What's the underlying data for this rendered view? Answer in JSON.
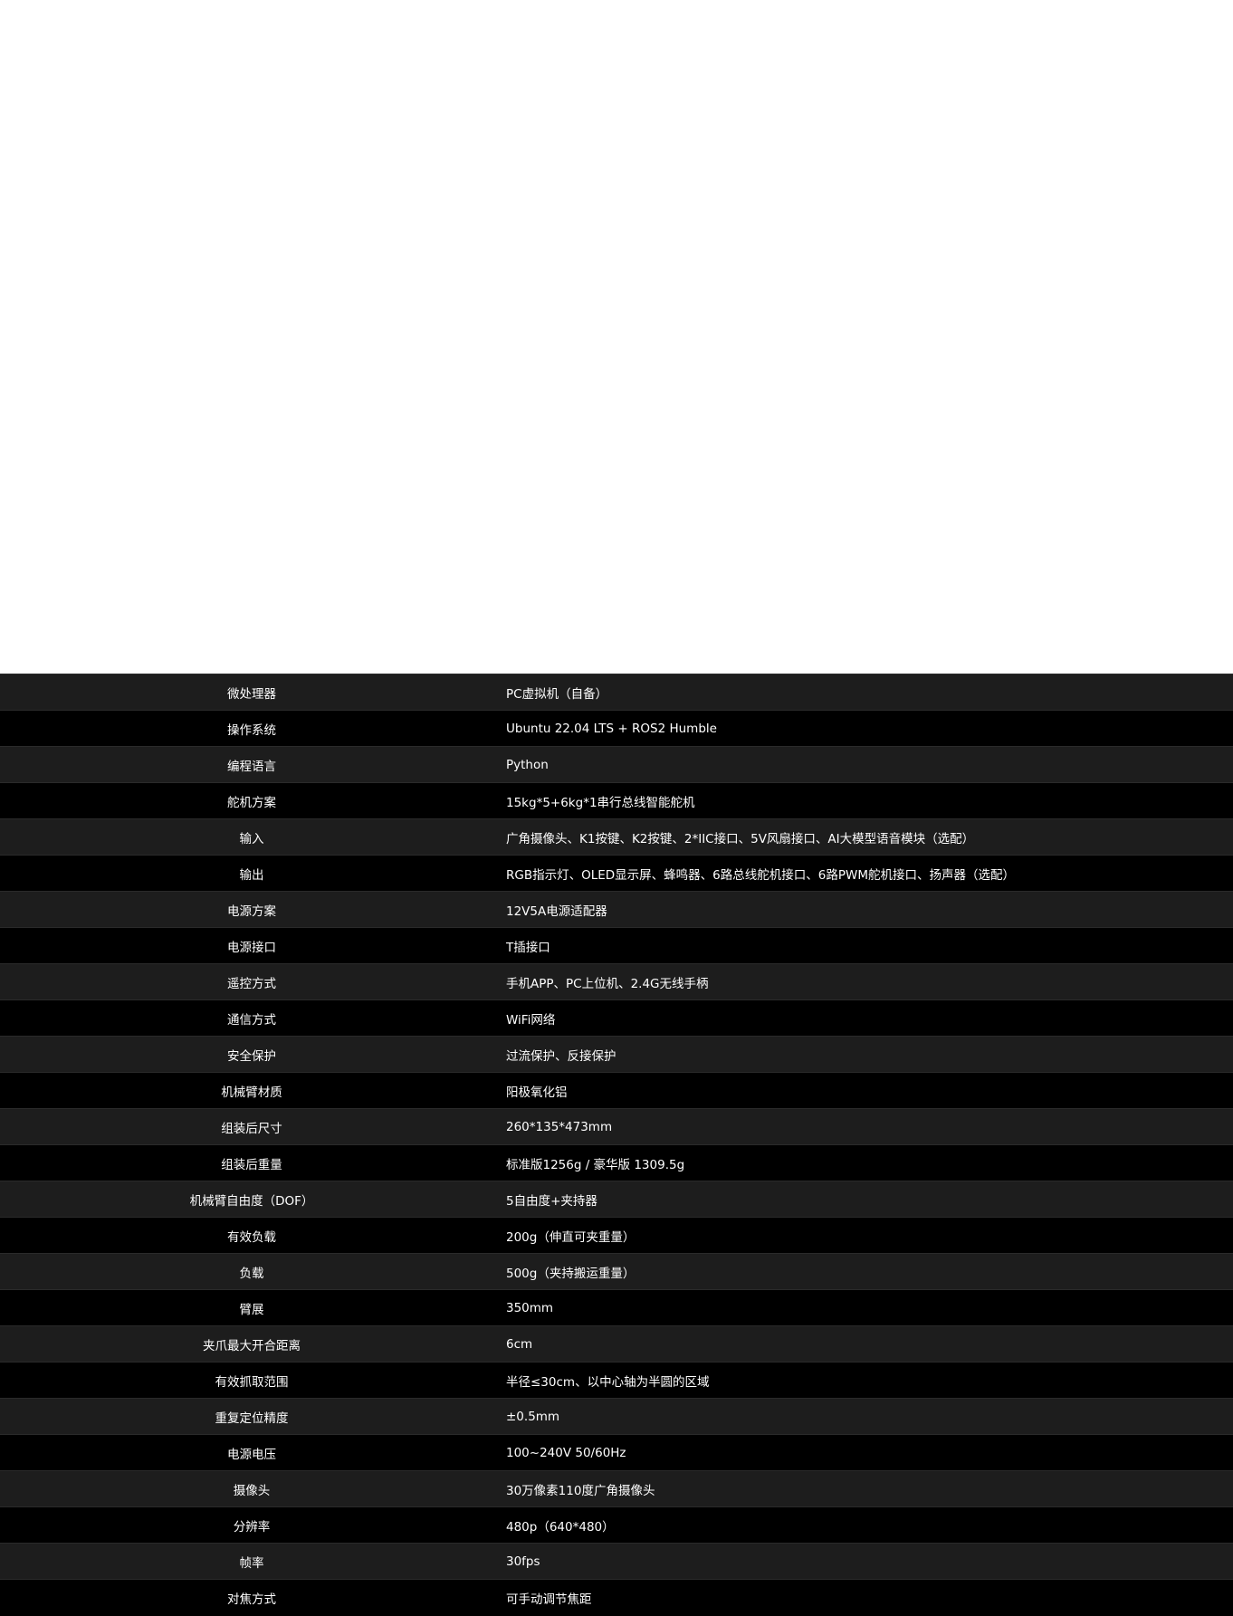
{
  "spec_table": {
    "rows": [
      {
        "label": "微处理器",
        "value": "PC虚拟机（自备）"
      },
      {
        "label": "操作系统",
        "value": "Ubuntu 22.04 LTS + ROS2 Humble"
      },
      {
        "label": "编程语言",
        "value": "Python"
      },
      {
        "label": "舵机方案",
        "value": "15kg*5+6kg*1串行总线智能舵机"
      },
      {
        "label": "输入",
        "value": "广角摄像头、K1按键、K2按键、2*IIC接口、5V风扇接口、AI大模型语音模块（选配）"
      },
      {
        "label": "输出",
        "value": "RGB指示灯、OLED显示屏、蜂鸣器、6路总线舵机接口、6路PWM舵机接口、扬声器（选配）"
      },
      {
        "label": "电源方案",
        "value": "12V5A电源适配器"
      },
      {
        "label": "电源接口",
        "value": "T插接口"
      },
      {
        "label": "遥控方式",
        "value": "手机APP、PC上位机、2.4G无线手柄"
      },
      {
        "label": "通信方式",
        "value": "WiFi网络"
      },
      {
        "label": "安全保护",
        "value": "过流保护、反接保护"
      },
      {
        "label": "机械臂材质",
        "value": "阳极氧化铝"
      },
      {
        "label": "组装后尺寸",
        "value": "260*135*473mm"
      },
      {
        "label": "组装后重量",
        "value": "标准版1256g / 豪华版 1309.5g"
      },
      {
        "label": "机械臂自由度（DOF）",
        "value": "5自由度+夹持器"
      },
      {
        "label": "有效负载",
        "value": "200g（伸直可夹重量）"
      },
      {
        "label": "负载",
        "value": "500g（夹持搬运重量）"
      },
      {
        "label": "臂展",
        "value": "350mm"
      },
      {
        "label": "夹爪最大开合距离",
        "value": "6cm"
      },
      {
        "label": "有效抓取范围",
        "value": "半径≤30cm、以中心轴为半圆的区域"
      },
      {
        "label": "重复定位精度",
        "value": "±0.5mm"
      },
      {
        "label": "电源电压",
        "value": "100~240V 50/60Hz"
      },
      {
        "label": "摄像头",
        "value": "30万像素110度广角摄像头"
      },
      {
        "label": "分辨率",
        "value": "480p（640*480）"
      },
      {
        "label": "帧率",
        "value": "30fps"
      },
      {
        "label": "对焦方式",
        "value": "可手动调节焦距"
      }
    ]
  }
}
